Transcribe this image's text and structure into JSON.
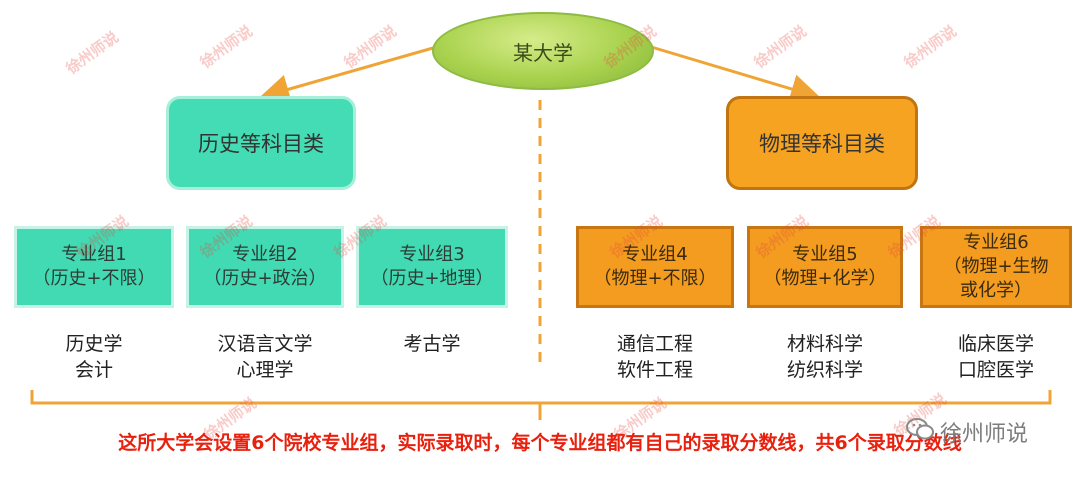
{
  "root": {
    "label": "某大学"
  },
  "categories": {
    "left": {
      "label": "历史等科目类"
    },
    "right": {
      "label": "物理等科目类"
    }
  },
  "groups": [
    {
      "title": "专业组1",
      "detail": "（历史+不限）",
      "majors": [
        "历史学",
        "会计"
      ]
    },
    {
      "title": "专业组2",
      "detail": "（历史+政治）",
      "majors": [
        "汉语言文学",
        "心理学"
      ]
    },
    {
      "title": "专业组3",
      "detail": "（历史+地理）",
      "majors": [
        "考古学"
      ]
    },
    {
      "title": "专业组4",
      "detail": "（物理+不限）",
      "majors": [
        "通信工程",
        "软件工程"
      ]
    },
    {
      "title": "专业组5",
      "detail": "（物理+化学）",
      "majors": [
        "材料科学",
        "纺织科学"
      ]
    },
    {
      "title": "专业组6",
      "detail": "（物理+生物",
      "detail2": "或化学）",
      "majors": [
        "临床医学",
        "口腔医学"
      ]
    }
  ],
  "summary": "这所大学会设置6个院校专业组，实际录取时，每个专业组都有自己的录取分数线，共6个录取分数线",
  "watermark": {
    "text": "徐州师说"
  },
  "brand": {
    "label": "徐州师说"
  },
  "colors": {
    "history_green": "#41dab2",
    "physics_orange": "#f39c20",
    "root_green": "#a9d24e",
    "summary_red": "#e8210f"
  }
}
